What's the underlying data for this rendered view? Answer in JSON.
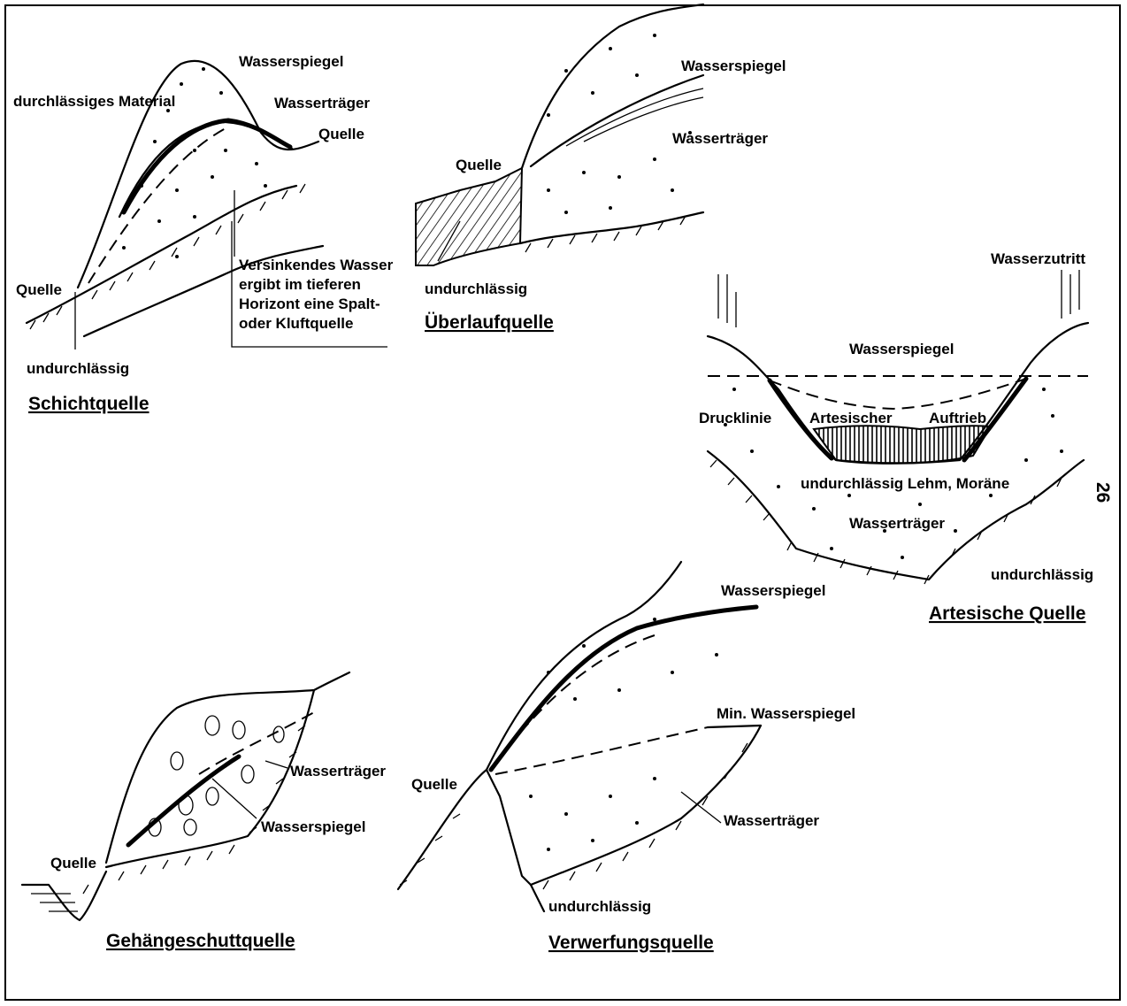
{
  "diagrams": {
    "schichtquelle": {
      "title": "Schichtquelle",
      "labels": {
        "material": "durchlässiges Material",
        "wasserspiegel": "Wasserspiegel",
        "wassertraeger": "Wasserträger",
        "quelle_right": "Quelle",
        "quelle_left": "Quelle",
        "undurchlaessig": "undurchlässig",
        "note_line1": "Versinkendes Wasser",
        "note_line2": "ergibt im tieferen",
        "note_line3": "Horizont eine Spalt-",
        "note_line4": "oder Kluftquelle"
      }
    },
    "ueberlaufquelle": {
      "title": "Überlaufquelle",
      "labels": {
        "wasserspiegel": "Wasserspiegel",
        "wassertraeger": "Wasserträger",
        "quelle": "Quelle",
        "undurchlaessig": "undurchlässig"
      }
    },
    "artesische_quelle": {
      "title": "Artesische Quelle",
      "labels": {
        "wasserzutritt": "Wasserzutritt",
        "wasserspiegel": "Wasserspiegel",
        "drucklinie": "Drucklinie",
        "artesischer": "Artesischer",
        "auftrieb": "Auftrieb",
        "lehm": "undurchlässig Lehm, Moräne",
        "wassertraeger": "Wasserträger",
        "undurchlaessig": "undurchlässig",
        "page_mark": "26"
      }
    },
    "gehaengeschuttquelle": {
      "title": "Gehängeschuttquelle",
      "labels": {
        "wassertraeger": "Wasserträger",
        "wasserspiegel": "Wasserspiegel",
        "quelle": "Quelle"
      }
    },
    "verwerfungsquelle": {
      "title": "Verwerfungsquelle",
      "labels": {
        "wasserspiegel": "Wasserspiegel",
        "min_wasserspiegel": "Min. Wasserspiegel",
        "quelle": "Quelle",
        "wassertraeger": "Wasserträger",
        "undurchlaessig": "undurchlässig"
      }
    }
  }
}
